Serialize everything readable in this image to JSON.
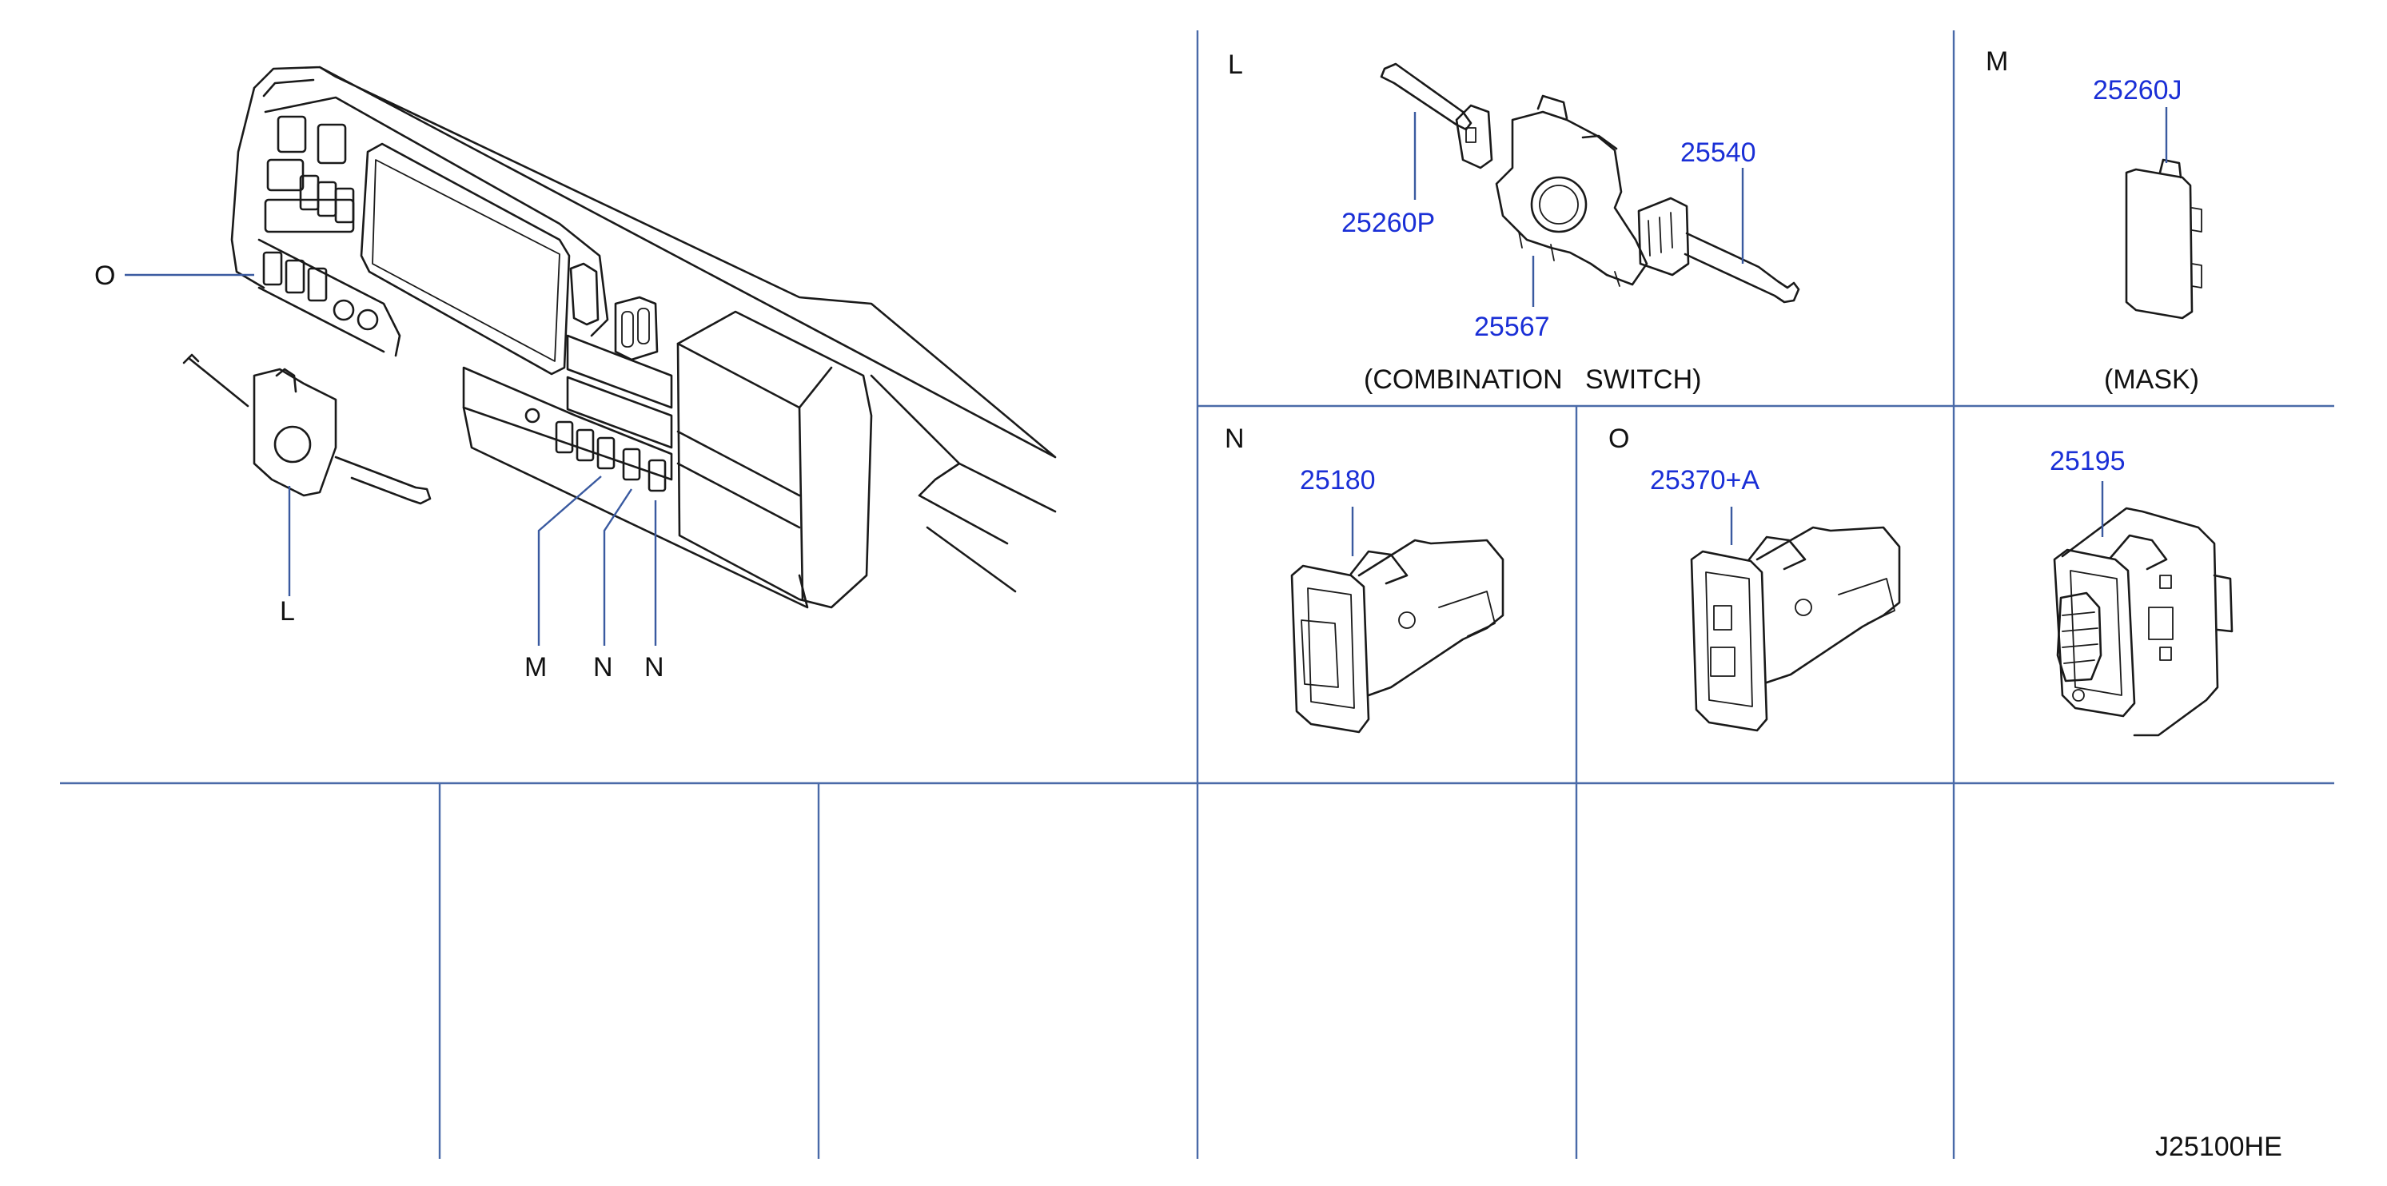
{
  "diagram": {
    "sections": {
      "L": "L",
      "M": "M",
      "N": "N",
      "O": "O"
    },
    "overview_callouts": {
      "O": "O",
      "L": "L",
      "M": "M",
      "N1": "N",
      "N2": "N"
    },
    "parts": {
      "p25260P": "25260P",
      "p25567": "25567",
      "p25540": "25540",
      "p25260J": "25260J",
      "p25180": "25180",
      "p25370A": "25370+A",
      "p25195": "25195"
    },
    "captions": {
      "combination_switch": "(COMBINATION   SWITCH)",
      "mask": "(MASK)"
    },
    "drawing_code": "J25100HE",
    "colors": {
      "part_label": "#1a2fd6",
      "grid_line": "#4a6aa8",
      "ink": "#1a1a1a"
    }
  }
}
